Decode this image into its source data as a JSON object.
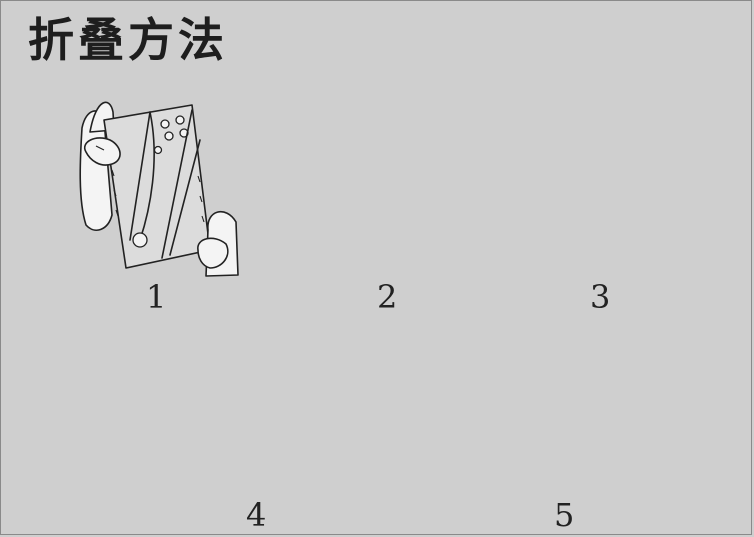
{
  "title": "折叠方法",
  "steps": [
    {
      "label": "1"
    },
    {
      "label": "2"
    },
    {
      "label": "3"
    },
    {
      "label": "4"
    },
    {
      "label": "5"
    }
  ]
}
